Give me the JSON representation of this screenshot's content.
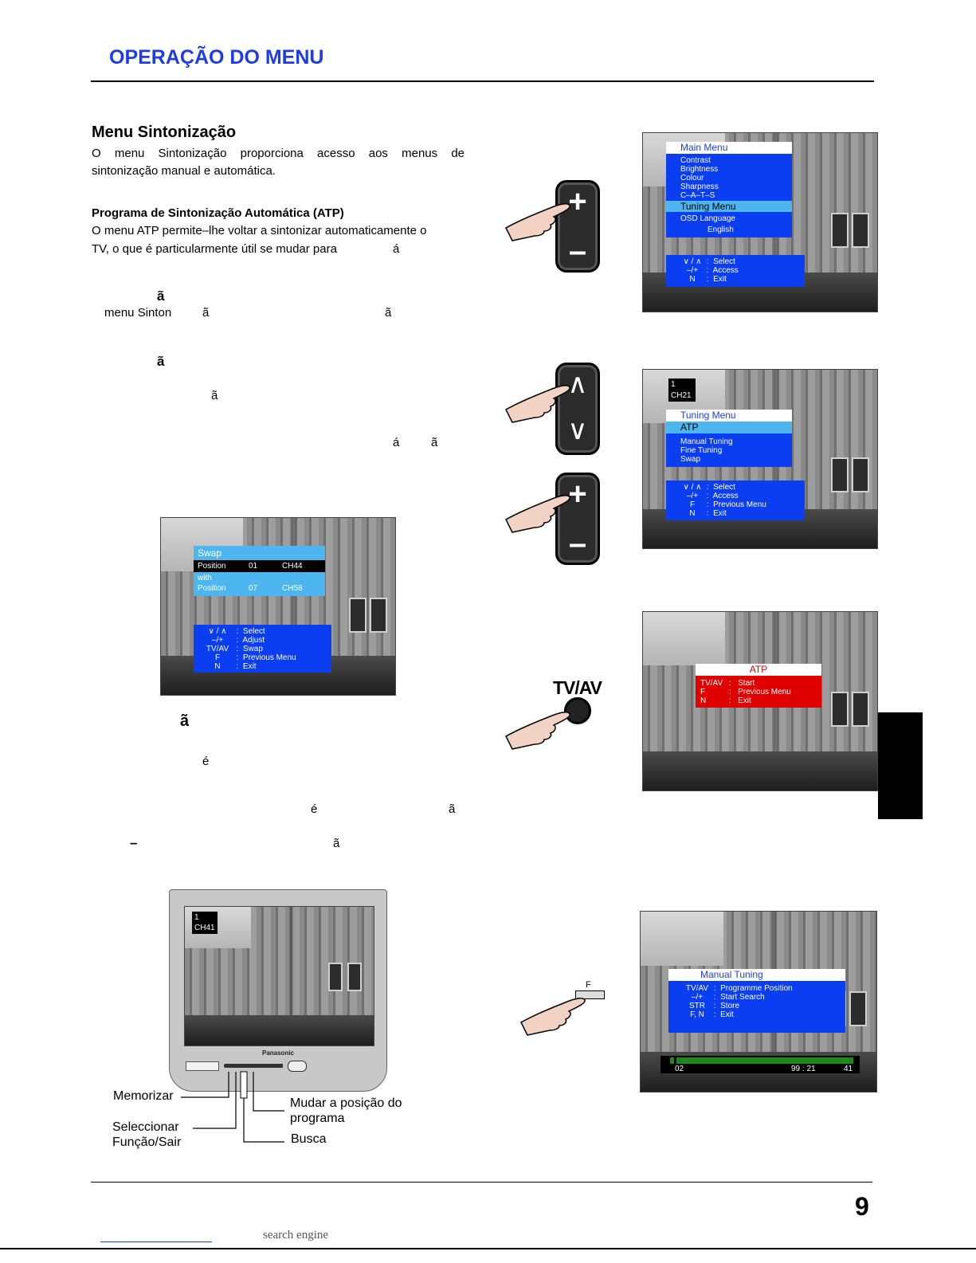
{
  "header": {
    "title": "OPERAÇÃO DO MENU"
  },
  "section": {
    "title": "Menu Sintonização",
    "intro_line1": "O  menu  Sintonização  proporciona  acesso  aos  menus  de",
    "intro_line2": "sintonização manual e automática."
  },
  "atp": {
    "title": "Programa de Sintonização Automática (ATP)",
    "line1": "O menu ATP permite–lhe voltar a sintonizar automaticamente o",
    "line2": "TV, o que é particularmente útil se mudar para",
    "line2_frag": "á"
  },
  "fragments": {
    "f1": "ã",
    "f2_a": "menu Sinton",
    "f2_b": "ã",
    "f2_c": "ã",
    "f3": "ã",
    "f4": "ã",
    "f5_a": "á",
    "f5_b": "ã",
    "f6": "ã",
    "f7": "é",
    "f8_a": "é",
    "f8_b": "ã",
    "f9_a": "–",
    "f9_b": "ã"
  },
  "osd_main": {
    "title": "Main Menu",
    "items": [
      "Contrast",
      "Brightness",
      "Colour",
      "Sharpness",
      "C–A–T–S"
    ],
    "selected": "Tuning Menu",
    "osd_language": "OSD Language",
    "language_value": "English",
    "help": [
      {
        "key": "∨ / ∧",
        "action": "Select"
      },
      {
        "key": "–/+",
        "action": "Access"
      },
      {
        "key": "N",
        "action": "Exit"
      }
    ]
  },
  "osd_tuning": {
    "position": "1",
    "channel": "CH21",
    "title": "Tuning Menu",
    "selected": "ATP",
    "items": [
      "Manual Tuning",
      "Fine Tuning",
      "Swap"
    ],
    "help": [
      {
        "key": "∨ / ∧",
        "action": "Select"
      },
      {
        "key": "–/+",
        "action": "Access"
      },
      {
        "key": "F",
        "action": "Previous Menu"
      },
      {
        "key": "N",
        "action": "Exit"
      }
    ]
  },
  "osd_atp": {
    "title": "ATP",
    "help": [
      {
        "key": "TV/AV",
        "action": "Start"
      },
      {
        "key": "F",
        "action": "Previous Menu"
      },
      {
        "key": "N",
        "action": "Exit"
      }
    ]
  },
  "osd_swap": {
    "title": "Swap",
    "row1": {
      "label": "Position",
      "num": "01",
      "ch": "CH44"
    },
    "with": "with",
    "row2": {
      "label": "Position",
      "num": "07",
      "ch": "CH58"
    },
    "help": [
      {
        "key": "∨ / ∧",
        "action": "Select"
      },
      {
        "key": "–/+",
        "action": "Adjust"
      },
      {
        "key": "TV/AV",
        "action": "Swap"
      },
      {
        "key": "F",
        "action": "Previous Menu"
      },
      {
        "key": "N",
        "action": "Exit"
      }
    ]
  },
  "osd_manual": {
    "title": "Manual Tuning",
    "help": [
      {
        "key": "TV/AV",
        "action": "Programme Position"
      },
      {
        "key": "–/+",
        "action": "Start Search"
      },
      {
        "key": "STR",
        "action": "Store"
      },
      {
        "key": "F, N",
        "action": "Exit"
      }
    ],
    "bar_left": "02",
    "bar_mid": "99 : 21",
    "bar_right": "41",
    "progress": 0.02
  },
  "tv": {
    "position": "1",
    "channel": "CH41",
    "brand": "Panasonic"
  },
  "remote": {
    "plus": "+",
    "minus": "–",
    "up": "∧",
    "down": "∨",
    "tvav": "TV/AV",
    "f": "F"
  },
  "callouts": {
    "memorizar": "Memorizar",
    "seleccionar_1": "Seleccionar",
    "seleccionar_2": "Função/Sair",
    "mudar_1": "Mudar a posição do",
    "mudar_2": "programa",
    "busca": "Busca"
  },
  "page": {
    "number": "9",
    "footer_text": "search engine"
  },
  "colors": {
    "accent": "#1e3ce6",
    "osd_blue": "#0a3ef0",
    "osd_highlight": "#4db6f0",
    "atp_red": "#e00000"
  }
}
